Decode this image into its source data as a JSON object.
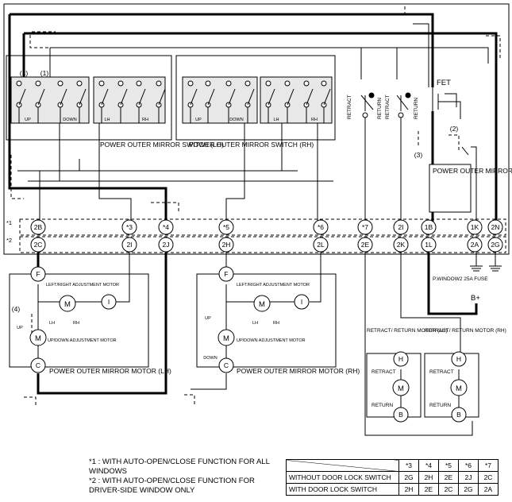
{
  "components": {
    "switch_lh": "POWER OUTER MIRROR SWITCH (LH)",
    "switch_rh": "POWER OUTER MIRROR SWITCH (RH)",
    "motor_lh": "POWER OUTER MIRROR MOTOR (LH)",
    "motor_rh": "POWER OUTER MIRROR MOTOR (RH)",
    "module": "POWER OUTER MIRROR CONTROL MODULE",
    "fet": "FET",
    "fuse": "P.WINDOW2 25A FUSE",
    "battery": "B+",
    "retract_motor_lh": "RETRACT/ RETURN MOTOR (LH)",
    "retract_motor_rh": "RETRACT/ RETURN MOTOR (RH)",
    "lr_motor": "LEFT/RIGHT ADJUSTMENT MOTOR",
    "ud_motor": "UP/DOWN ADJUSTMENT MOTOR"
  },
  "switch_labels": {
    "up": "UP",
    "down": "DOWN",
    "lh": "LH",
    "rh": "RH",
    "retract": "RETRACT",
    "return": "RETURN",
    "m": "M"
  },
  "callouts": [
    "(1)",
    "(1)",
    "(2)",
    "(3)",
    "(4)"
  ],
  "row_markers": [
    "*1",
    "*2"
  ],
  "connectors_row1": [
    "2B",
    "*3",
    "*4",
    "*5",
    "*6",
    "*7",
    "2I",
    "1B",
    "1K",
    "2N"
  ],
  "connectors_row2": [
    "2C",
    "2I",
    "2J",
    "2H",
    "2L",
    "2E",
    "2K",
    "1L",
    "2A",
    "2G"
  ],
  "motor_terminals": [
    "F",
    "I",
    "C",
    "F",
    "I",
    "C",
    "H",
    "B",
    "H",
    "B"
  ],
  "notes": [
    {
      "mark": "*1 :",
      "text": "WITH AUTO-OPEN/CLOSE FUNCTION FOR ALL WINDOWS"
    },
    {
      "mark": "*2 :",
      "text": "WITH AUTO-OPEN/CLOSE FUNCTION FOR DRIVER-SIDE WINDOW ONLY"
    }
  ],
  "table": {
    "headers": [
      "*3",
      "*4",
      "*5",
      "*6",
      "*7"
    ],
    "rows": [
      {
        "label": "WITHOUT DOOR LOCK SWITCH",
        "values": [
          "2G",
          "2H",
          "2E",
          "2J",
          "2C"
        ]
      },
      {
        "label": "WITH DOOR LOCK SWITCH",
        "values": [
          "2H",
          "2E",
          "2C",
          "2G",
          "2A"
        ]
      }
    ]
  }
}
